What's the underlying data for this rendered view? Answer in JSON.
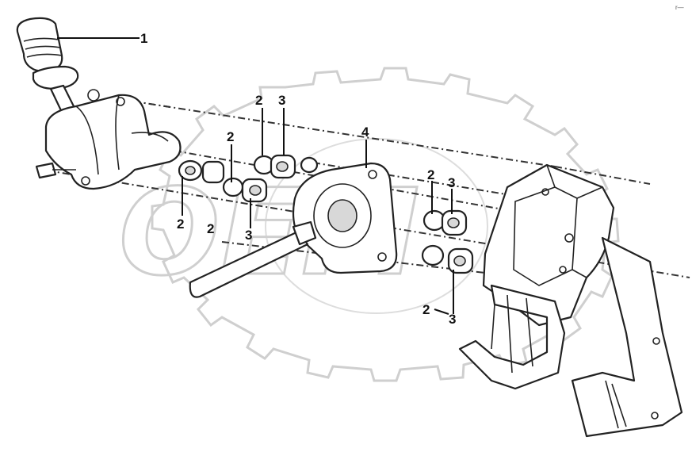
{
  "diagram": {
    "watermark": {
      "text": "OEM",
      "colors": {
        "outline": "#cfcfcf"
      }
    },
    "corner_mark": "r—",
    "callouts": [
      {
        "id": "c1a",
        "label": "1"
      },
      {
        "id": "c2a",
        "label": "2"
      },
      {
        "id": "c3a",
        "label": "3"
      },
      {
        "id": "c2b",
        "label": "2"
      },
      {
        "id": "c4a",
        "label": "4"
      },
      {
        "id": "c2c",
        "label": "2"
      },
      {
        "id": "c3b",
        "label": "3"
      },
      {
        "id": "c2d",
        "label": "2"
      },
      {
        "id": "c2e",
        "label": "2"
      },
      {
        "id": "c3c",
        "label": "3"
      },
      {
        "id": "c2f",
        "label": "2"
      },
      {
        "id": "c3d",
        "label": "3"
      }
    ],
    "colors": {
      "line": "#222222",
      "background": "#ffffff"
    }
  }
}
